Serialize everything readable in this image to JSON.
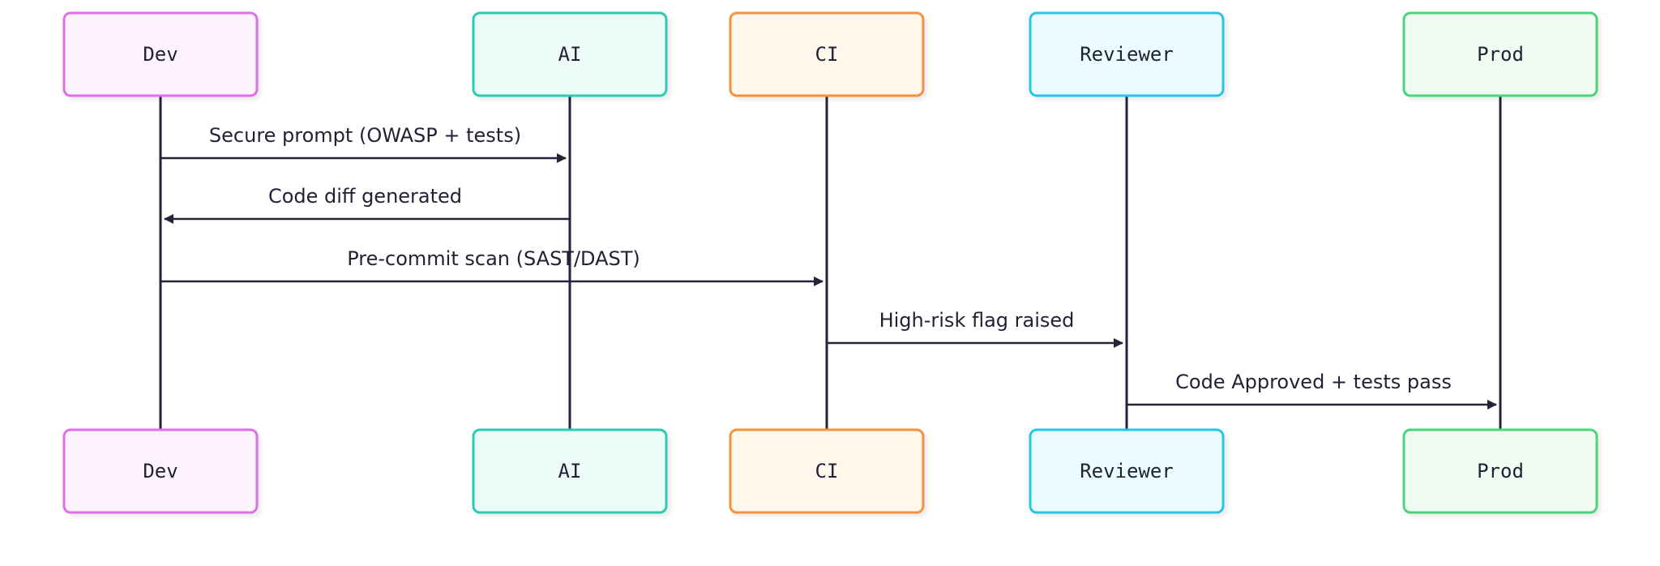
{
  "colors": {
    "line": "#23233a",
    "label": "#1f2235",
    "background": "#ffffff"
  },
  "actors": [
    {
      "id": "dev",
      "label": "Dev",
      "border": "#e06ee8",
      "fill": "#fdf3fe"
    },
    {
      "id": "ai",
      "label": "AI",
      "border": "#2ccbb3",
      "fill": "#edfbf8"
    },
    {
      "id": "ci",
      "label": "CI",
      "border": "#f5923e",
      "fill": "#fff6ec"
    },
    {
      "id": "reviewer",
      "label": "Reviewer",
      "border": "#26c6e2",
      "fill": "#ebfcfe"
    },
    {
      "id": "prod",
      "label": "Prod",
      "border": "#4cd47a",
      "fill": "#eefcf2"
    }
  ],
  "messages": [
    {
      "from": "dev",
      "to": "ai",
      "label": "Secure prompt (OWASP + tests)"
    },
    {
      "from": "ai",
      "to": "dev",
      "label": "Code diff generated"
    },
    {
      "from": "dev",
      "to": "ci",
      "label": "Pre-commit scan (SAST/DAST)"
    },
    {
      "from": "ci",
      "to": "reviewer",
      "label": "High-risk flag raised"
    },
    {
      "from": "reviewer",
      "to": "prod",
      "label": "Code Approved + tests pass"
    }
  ]
}
